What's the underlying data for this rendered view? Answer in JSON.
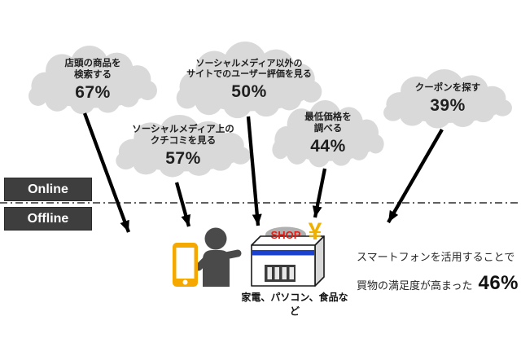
{
  "title": "smartphone-shopping-behavior-infographic",
  "clouds": [
    {
      "id": "search-instore-products",
      "line1": "店頭の商品を",
      "line2": "検索する",
      "percent": "67%"
    },
    {
      "id": "reviews-on-non-social-sites",
      "line1": "ソーシャルメディア以外の",
      "line2": "サイトでのユーザー評価を見る",
      "percent": "50%"
    },
    {
      "id": "social-media-word-of-mouth",
      "line1": "ソーシャルメディア上の",
      "line2": "クチコミを見る",
      "percent": "57%"
    },
    {
      "id": "check-lowest-price",
      "line1": "最低価格を",
      "line2": "調べる",
      "percent": "44%"
    },
    {
      "id": "search-coupons",
      "line1": "クーポンを探す",
      "percent": "39%"
    }
  ],
  "zones": {
    "online_label": "Online",
    "offline_label": "Offline"
  },
  "shop": {
    "sign_label": "SHOP",
    "yen_symbol": "¥",
    "caption": "家電、パソコン、食品など"
  },
  "result": {
    "line1": "スマートフォンを活用することで",
    "line2": "買物の満足度が高まった",
    "percent": "46%"
  },
  "icons": [
    "cloud-bubble",
    "down-arrow",
    "person-silhouette",
    "smartphone-icon",
    "store-building",
    "shop-sign",
    "yen-icon"
  ],
  "colors": {
    "cloud_fill": "#d9d9d9",
    "badge_bg": "#3e3e3e",
    "badge_text": "#ffffff",
    "arrow": "#000000",
    "person": "#4a4a4a",
    "phone_yellow": "#f5a800",
    "yen_gold": "#f0b000",
    "shop_sign_red": "#e01e15",
    "sign_ellipse_gray": "#b0b0b0",
    "store_stripe_blue": "#1c41cd",
    "store_side_gray": "#d8d8d8",
    "outline": "#1a1a1a"
  }
}
